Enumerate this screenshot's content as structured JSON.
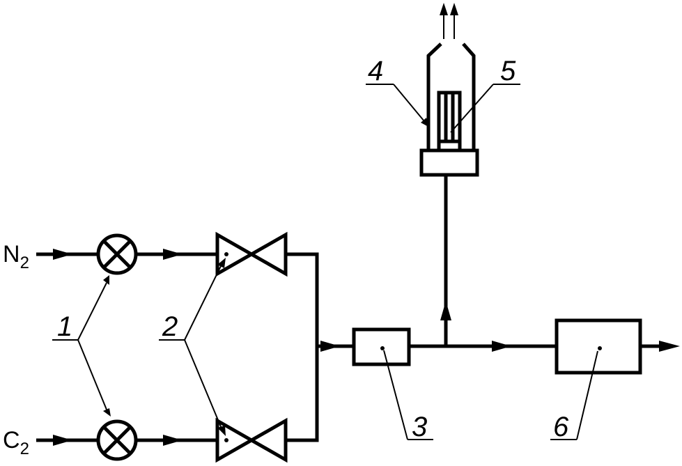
{
  "inputs": {
    "n2": {
      "symbol": "N",
      "subscript": "2"
    },
    "c2": {
      "symbol": "C",
      "subscript": "2"
    }
  },
  "labels": {
    "flow_meters": "1",
    "valves": "2",
    "mixer": "3",
    "burner_housing": "4",
    "electrode": "5",
    "detector": "6"
  },
  "icons": {
    "flow-meter": "circle-with-x",
    "valve": "bowtie-triangles",
    "flow-arrow": "filled-arrowhead",
    "exhaust": "double-up-arrow"
  }
}
